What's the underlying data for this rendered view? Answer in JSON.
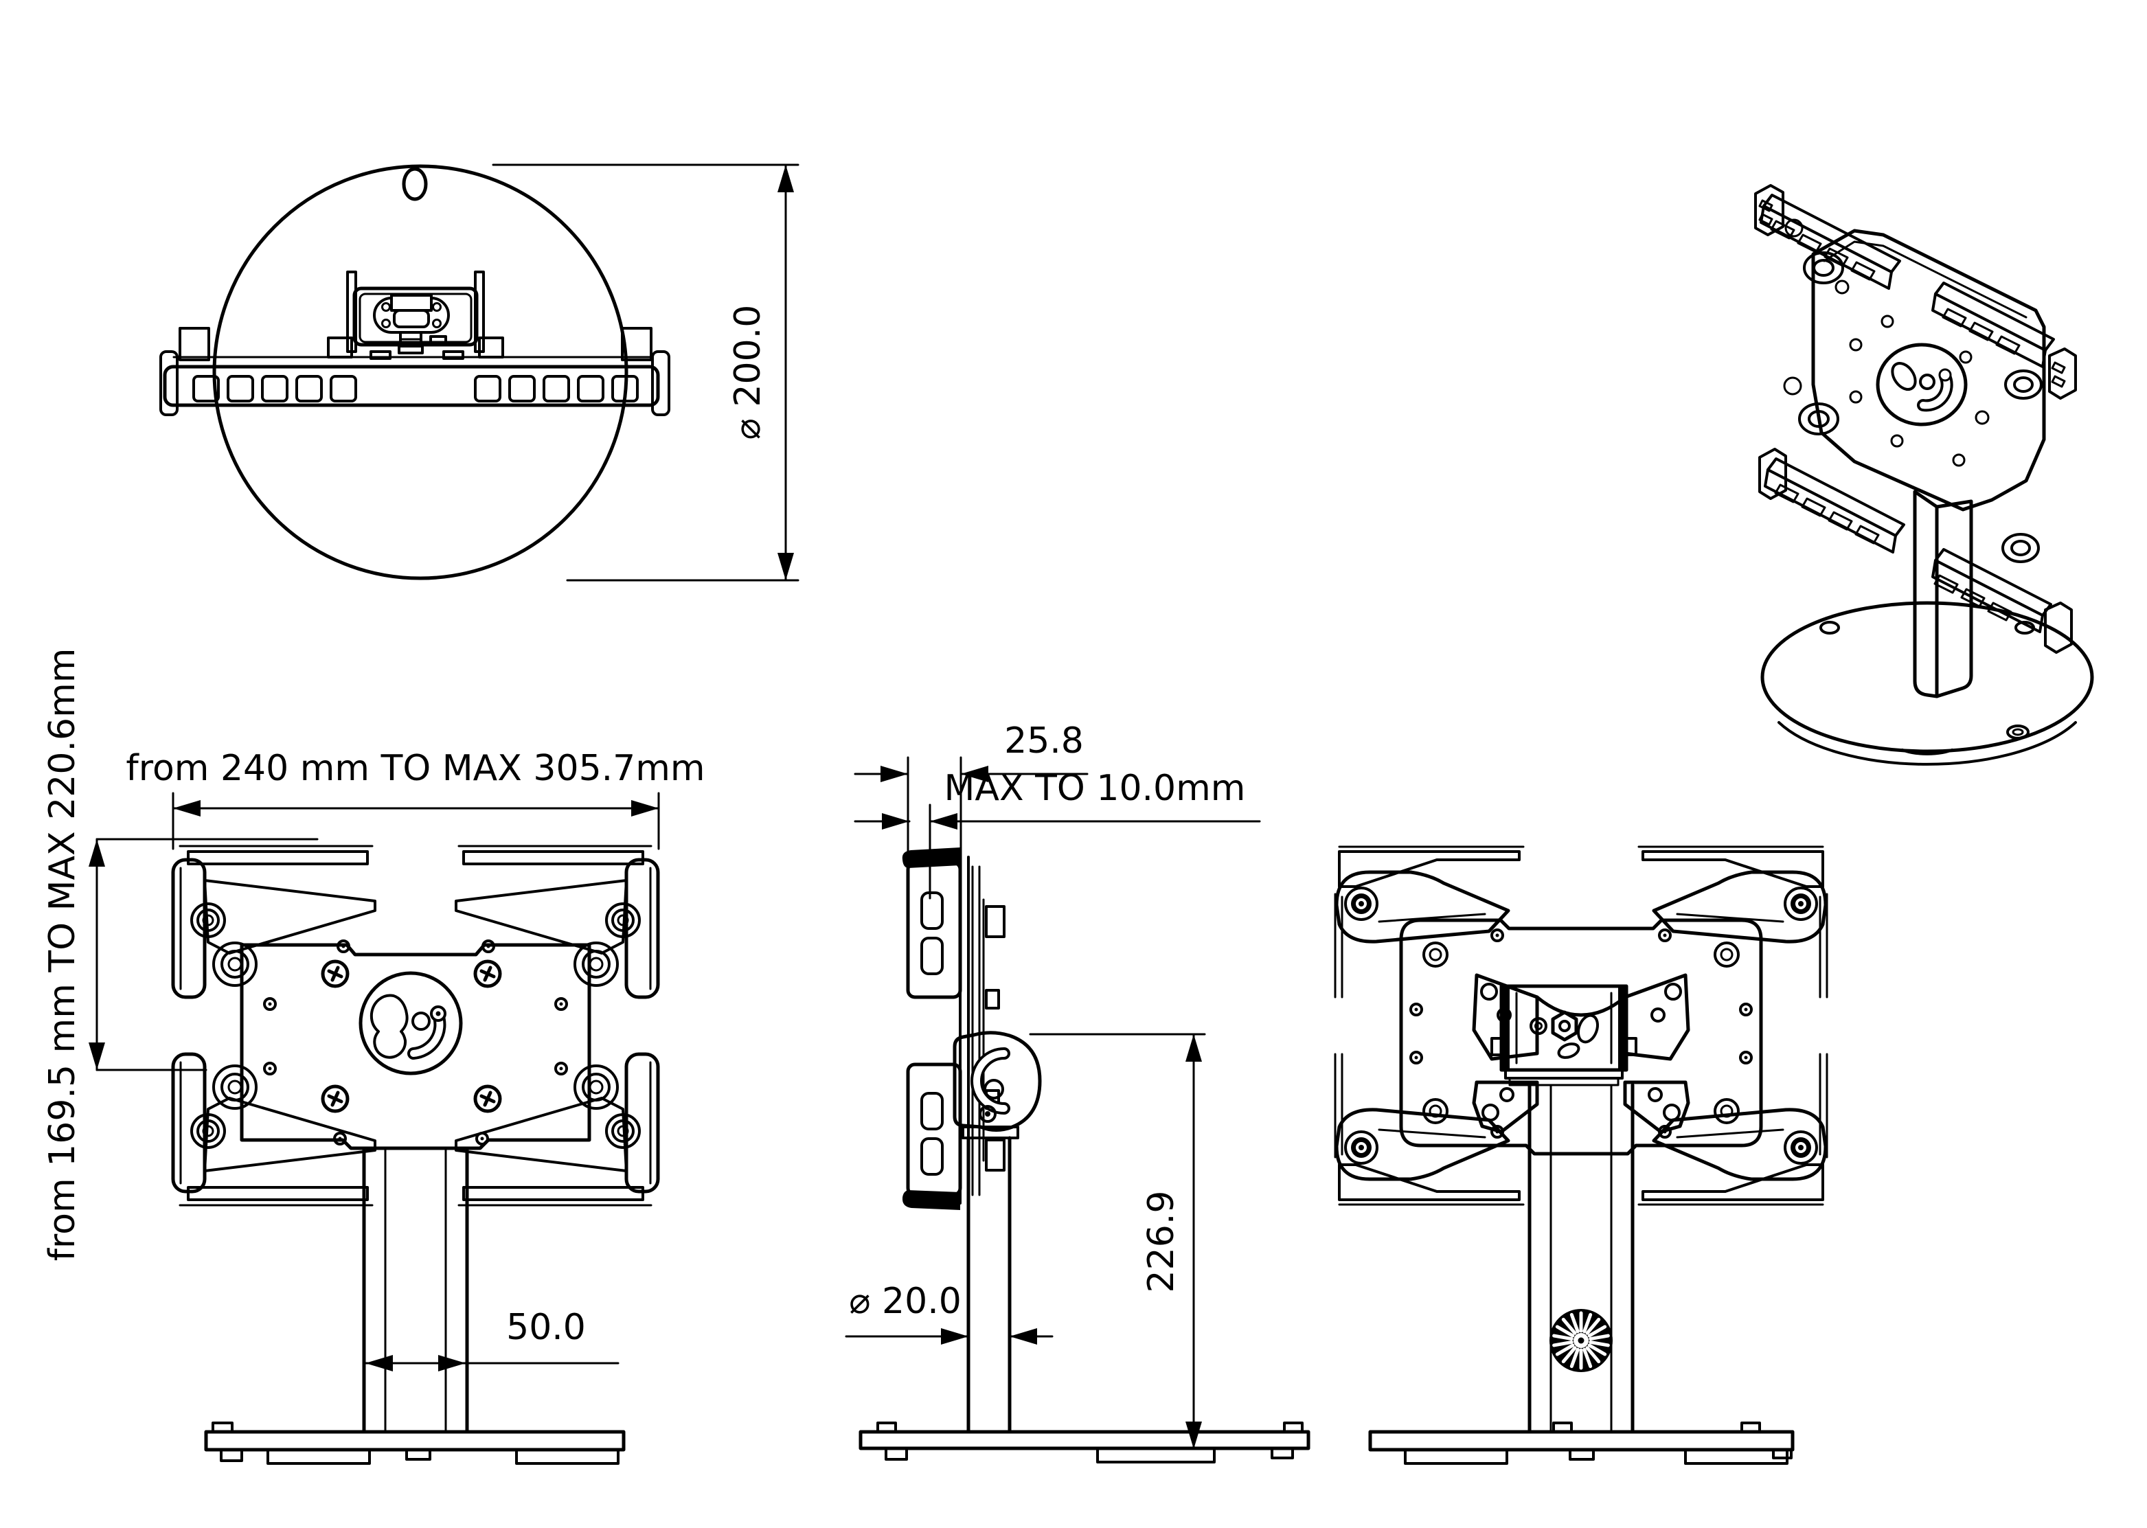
{
  "page": {
    "background": "#ffffff",
    "ink": "#000000",
    "kind": "technical-drawing",
    "subject": "tablet desk stand - multi-view dimensioned drawing"
  },
  "views": {
    "top": "top-view",
    "isometric": "isometric-view",
    "front": "front-view",
    "side": "side-view",
    "rear": "rear-view"
  },
  "dimensions": {
    "base_diameter": "⌀ 200.0",
    "holder_width_range": "from 240 mm TO MAX 305.7mm",
    "holder_height_range": "from 169.5 mm TO MAX 220.6mm",
    "column_width": "50.0",
    "clamp_depth": "25.8",
    "device_max_thickness": "MAX TO 10.0mm",
    "pole_diameter": "⌀ 20.0",
    "stand_height": "226.9"
  }
}
